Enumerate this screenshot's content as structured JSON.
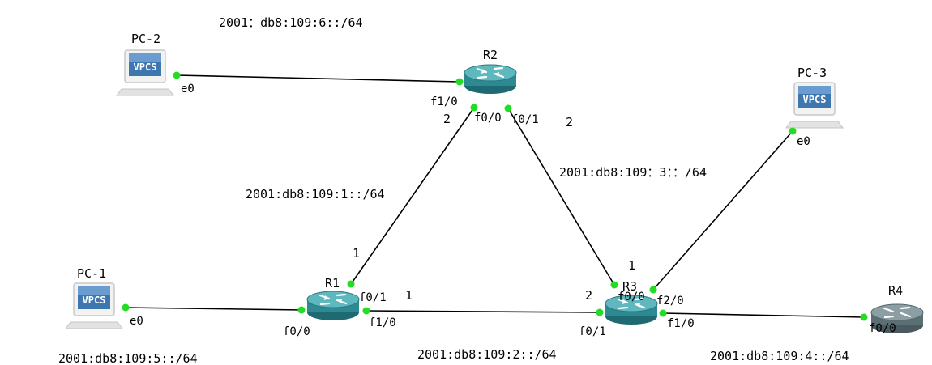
{
  "colors": {
    "link": "#000000",
    "port_up": "#22dd22",
    "router_body": "#2e8a92",
    "router_top": "#5fb8be",
    "router_dark": "#5b6e74"
  },
  "devices": {
    "pc1": {
      "name": "PC-1",
      "screen_text": "VPCS",
      "icon": "vpcs-pc-icon"
    },
    "pc2": {
      "name": "PC-2",
      "screen_text": "VPCS",
      "icon": "vpcs-pc-icon"
    },
    "pc3": {
      "name": "PC-3",
      "screen_text": "VPCS",
      "icon": "vpcs-pc-icon"
    },
    "r1": {
      "name": "R1",
      "icon": "router-icon"
    },
    "r2": {
      "name": "R2",
      "icon": "router-icon"
    },
    "r3": {
      "name": "R3",
      "icon": "router-icon"
    },
    "r4": {
      "name": "R4",
      "icon": "router-icon"
    }
  },
  "ports": {
    "pc1_e0": "e0",
    "pc2_e0": "e0",
    "pc3_e0": "e0",
    "r1_f0_0": "f0/0",
    "r1_f0_1": "f0/1",
    "r1_f1_0": "f1/0",
    "r2_f1_0": "f1/0",
    "r2_f0_0": "f0/0",
    "r2_f0_1": "f0/1",
    "r3_f0_0": "f0/0",
    "r3_f0_1": "f0/1",
    "r3_f1_0": "f1/0",
    "r3_f2_0": "f2/0",
    "r4_f0_0": "f0/0"
  },
  "host_ids": {
    "r1_r2_r1": "1",
    "r1_r2_r2": "2",
    "r2_r3_r2": "2",
    "r2_r3_r3": "1",
    "r1_r3_r1": "1",
    "r1_r3_r3": "2"
  },
  "subnets": {
    "pc2_r2": "2001：db8:109:6::/64",
    "r1_r2": "2001:db8:109:1::/64",
    "r2_r3": "2001:db8:109：3：：/64",
    "pc1_r1": "2001:db8:109:5::/64",
    "r1_r3": "2001:db8:109:2::/64",
    "r3_r4": "2001:db8:109:4::/64"
  }
}
